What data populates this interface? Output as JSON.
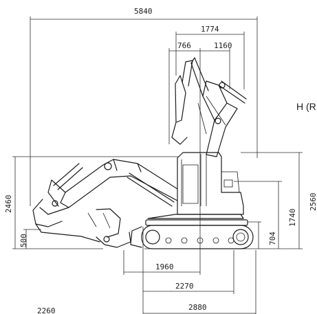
{
  "dimensions": {
    "overall_length": "5840",
    "reach_width": "1774",
    "left_segment": "766",
    "right_segment": "1160",
    "height_2460": "2460",
    "height_2560": "2560",
    "height_1740": "1740",
    "height_704": "704",
    "height_500": "500",
    "length_1960": "1960",
    "length_2270": "2270",
    "length_2880": "2880",
    "length_2260": "2260"
  },
  "side_label": "H (R"
}
